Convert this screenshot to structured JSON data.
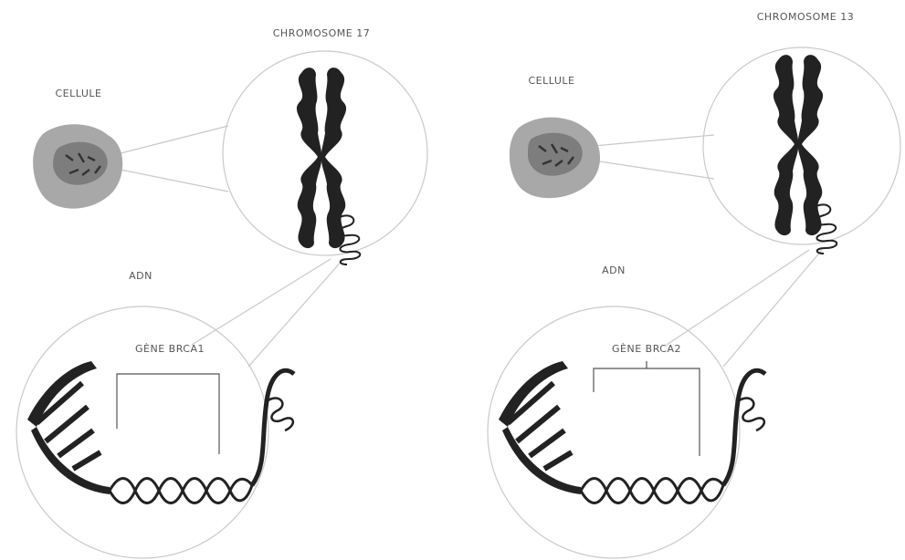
{
  "panels": [
    {
      "cell_label": "CELLULE",
      "chromosome_label": "CHROMOSOME 17",
      "dna_label": "ADN",
      "gene_label": "GÈNE BRCA1"
    },
    {
      "cell_label": "CELLULE",
      "chromosome_label": "CHROMOSOME 13",
      "dna_label": "ADN",
      "gene_label": "GÈNE BRCA2"
    }
  ],
  "colors": {
    "cell_fill": "#a8a8a8",
    "nucleus_fill": "#7d7d7d",
    "ink": "#222222",
    "circle_stroke": "#c9c9c9"
  }
}
